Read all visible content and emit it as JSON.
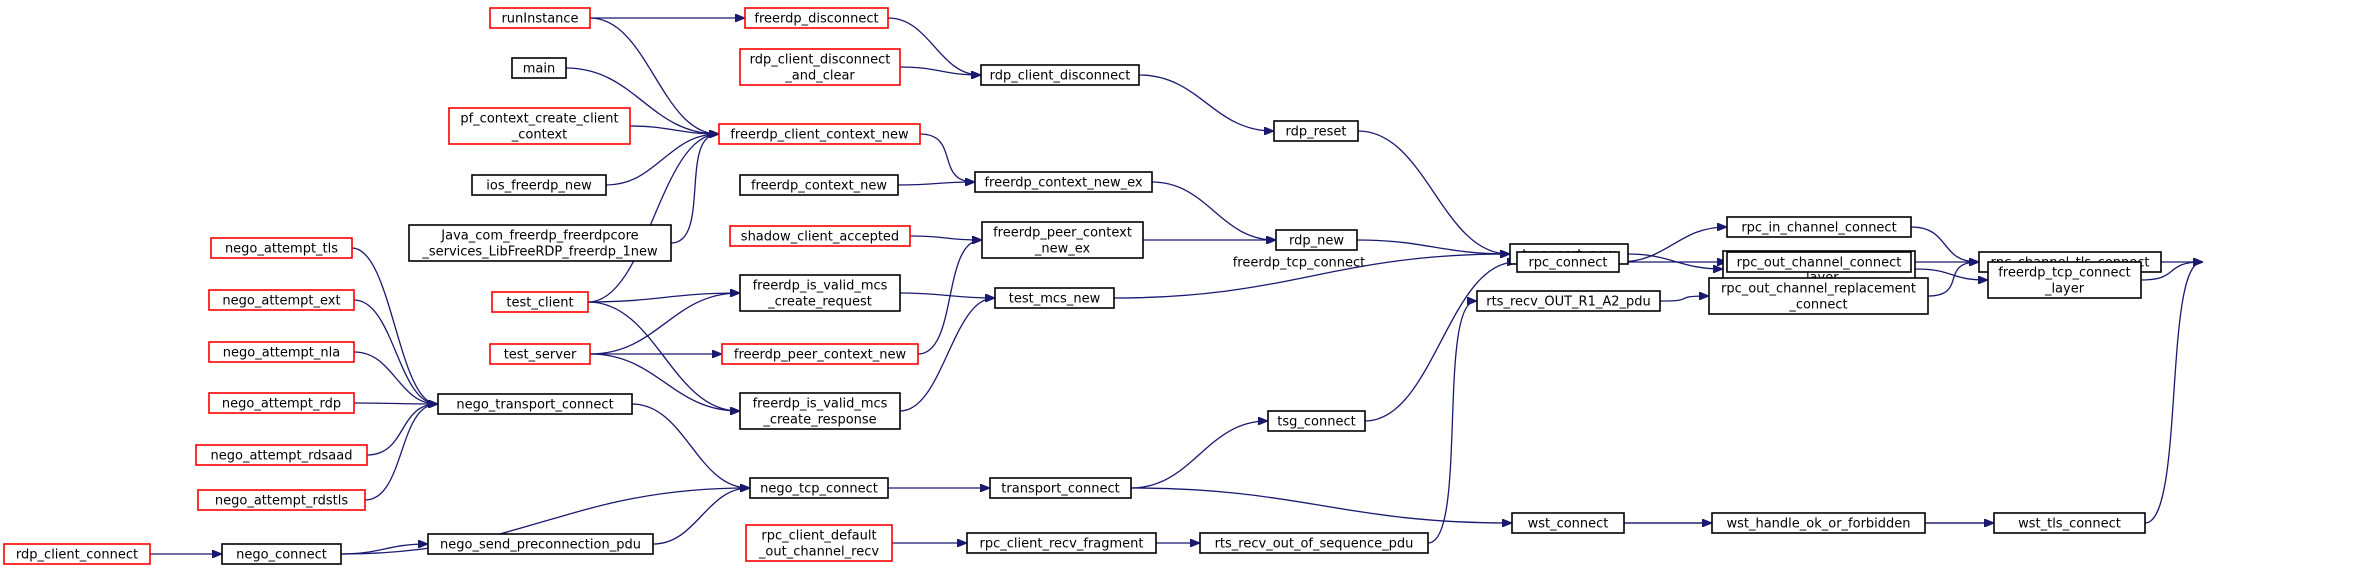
{
  "diagram": {
    "type": "call-graph",
    "edge_color": "#191970",
    "border_colors": {
      "documented": "#000000",
      "undocumented": "#ff0000",
      "focus_fill": "#bfbfbf"
    },
    "nodes": [
      {
        "id": "freerdp_tcp_connect",
        "lines": [
          "freerdp_tcp_connect"
        ],
        "style": "focus"
      },
      {
        "id": "rpc_channel_tls_connect",
        "lines": [
          "rpc_channel_tls_connect"
        ],
        "style": "documented"
      },
      {
        "id": "wst_tls_connect",
        "lines": [
          "wst_tls_connect"
        ],
        "style": "documented"
      },
      {
        "id": "freerdp_tcp_connect_layer",
        "lines": [
          "freerdp_tcp_connect",
          "_layer"
        ],
        "style": "documented"
      },
      {
        "id": "transport_default_connect_layer",
        "lines": [
          "transport_default_connect",
          "_layer"
        ],
        "style": "documented"
      },
      {
        "id": "rpc_in_channel_connect",
        "lines": [
          "rpc_in_channel_connect"
        ],
        "style": "documented"
      },
      {
        "id": "rpc_out_channel_connect",
        "lines": [
          "rpc_out_channel_connect"
        ],
        "style": "documented"
      },
      {
        "id": "rpc_out_channel_replacement_connect",
        "lines": [
          "rpc_out_channel_replacement",
          "_connect"
        ],
        "style": "documented"
      },
      {
        "id": "wst_handle_ok_or_forbidden",
        "lines": [
          "wst_handle_ok_or_forbidden"
        ],
        "style": "documented"
      },
      {
        "id": "transport_new",
        "lines": [
          "transport_new"
        ],
        "style": "documented"
      },
      {
        "id": "rpc_connect",
        "lines": [
          "rpc_connect"
        ],
        "style": "documented"
      },
      {
        "id": "rts_recv_OUT_R1_A2_pdu",
        "lines": [
          "rts_recv_OUT_R1_A2_pdu"
        ],
        "style": "documented"
      },
      {
        "id": "wst_connect",
        "lines": [
          "wst_connect"
        ],
        "style": "documented"
      },
      {
        "id": "rdp_reset",
        "lines": [
          "rdp_reset"
        ],
        "style": "documented"
      },
      {
        "id": "rdp_new",
        "lines": [
          "rdp_new"
        ],
        "style": "documented"
      },
      {
        "id": "test_mcs_new",
        "lines": [
          "test_mcs_new"
        ],
        "style": "documented"
      },
      {
        "id": "tsg_connect",
        "lines": [
          "tsg_connect"
        ],
        "style": "documented"
      },
      {
        "id": "rts_recv_out_of_sequence_pdu",
        "lines": [
          "rts_recv_out_of_sequence_pdu"
        ],
        "style": "documented"
      },
      {
        "id": "rdp_client_disconnect",
        "lines": [
          "rdp_client_disconnect"
        ],
        "style": "documented"
      },
      {
        "id": "freerdp_context_new_ex",
        "lines": [
          "freerdp_context_new_ex"
        ],
        "style": "documented"
      },
      {
        "id": "freerdp_peer_context_new_ex",
        "lines": [
          "freerdp_peer_context",
          "_new_ex"
        ],
        "style": "documented"
      },
      {
        "id": "freerdp_is_valid_mcs_create_request",
        "lines": [
          "freerdp_is_valid_mcs",
          "_create_request"
        ],
        "style": "documented"
      },
      {
        "id": "freerdp_is_valid_mcs_create_response",
        "lines": [
          "freerdp_is_valid_mcs",
          "_create_response"
        ],
        "style": "documented"
      },
      {
        "id": "transport_connect",
        "lines": [
          "transport_connect"
        ],
        "style": "documented"
      },
      {
        "id": "rpc_client_recv_fragment",
        "lines": [
          "rpc_client_recv_fragment"
        ],
        "style": "documented"
      },
      {
        "id": "freerdp_disconnect",
        "lines": [
          "freerdp_disconnect"
        ],
        "style": "undocumented"
      },
      {
        "id": "rdp_client_disconnect_and_clear",
        "lines": [
          "rdp_client_disconnect",
          "_and_clear"
        ],
        "style": "undocumented"
      },
      {
        "id": "freerdp_client_context_new",
        "lines": [
          "freerdp_client_context_new"
        ],
        "style": "undocumented"
      },
      {
        "id": "freerdp_context_new",
        "lines": [
          "freerdp_context_new"
        ],
        "style": "documented"
      },
      {
        "id": "shadow_client_accepted",
        "lines": [
          "shadow_client_accepted"
        ],
        "style": "undocumented"
      },
      {
        "id": "freerdp_peer_context_new",
        "lines": [
          "freerdp_peer_context_new"
        ],
        "style": "undocumented"
      },
      {
        "id": "nego_tcp_connect",
        "lines": [
          "nego_tcp_connect"
        ],
        "style": "documented"
      },
      {
        "id": "rpc_client_default_out_channel_recv",
        "lines": [
          "rpc_client_default",
          "_out_channel_recv"
        ],
        "style": "undocumented"
      },
      {
        "id": "runInstance",
        "lines": [
          "runInstance"
        ],
        "style": "undocumented"
      },
      {
        "id": "main",
        "lines": [
          "main"
        ],
        "style": "documented"
      },
      {
        "id": "pf_context_create_client_context",
        "lines": [
          "pf_context_create_client",
          "_context"
        ],
        "style": "undocumented"
      },
      {
        "id": "ios_freerdp_new",
        "lines": [
          "ios_freerdp_new"
        ],
        "style": "documented"
      },
      {
        "id": "java_freerdp_new",
        "lines": [
          "Java_com_freerdp_freerdpcore",
          "_services_LibFreeRDP_freerdp_1new"
        ],
        "style": "documented"
      },
      {
        "id": "test_client",
        "lines": [
          "test_client"
        ],
        "style": "undocumented"
      },
      {
        "id": "test_server",
        "lines": [
          "test_server"
        ],
        "style": "undocumented"
      },
      {
        "id": "nego_transport_connect",
        "lines": [
          "nego_transport_connect"
        ],
        "style": "documented"
      },
      {
        "id": "nego_send_preconnection_pdu",
        "lines": [
          "nego_send_preconnection_pdu"
        ],
        "style": "documented"
      },
      {
        "id": "nego_attempt_tls",
        "lines": [
          "nego_attempt_tls"
        ],
        "style": "undocumented"
      },
      {
        "id": "nego_attempt_ext",
        "lines": [
          "nego_attempt_ext"
        ],
        "style": "undocumented"
      },
      {
        "id": "nego_attempt_nla",
        "lines": [
          "nego_attempt_nla"
        ],
        "style": "undocumented"
      },
      {
        "id": "nego_attempt_rdp",
        "lines": [
          "nego_attempt_rdp"
        ],
        "style": "undocumented"
      },
      {
        "id": "nego_attempt_rdsaad",
        "lines": [
          "nego_attempt_rdsaad"
        ],
        "style": "undocumented"
      },
      {
        "id": "nego_attempt_rdstls",
        "lines": [
          "nego_attempt_rdstls"
        ],
        "style": "undocumented"
      },
      {
        "id": "nego_connect",
        "lines": [
          "nego_connect"
        ],
        "style": "documented"
      },
      {
        "id": "rdp_client_connect",
        "lines": [
          "rdp_client_connect"
        ],
        "style": "undocumented"
      }
    ],
    "edges": [
      {
        "from": "freerdp_tcp_connect",
        "to": "rpc_channel_tls_connect"
      },
      {
        "from": "freerdp_tcp_connect",
        "to": "wst_tls_connect"
      },
      {
        "from": "freerdp_tcp_connect",
        "to": "freerdp_tcp_connect_layer"
      },
      {
        "from": "freerdp_tcp_connect_layer",
        "to": "transport_default_connect_layer"
      },
      {
        "from": "transport_default_connect_layer",
        "to": "transport_new"
      },
      {
        "from": "rpc_channel_tls_connect",
        "to": "rpc_in_channel_connect"
      },
      {
        "from": "rpc_channel_tls_connect",
        "to": "rpc_out_channel_connect"
      },
      {
        "from": "rpc_channel_tls_connect",
        "to": "rpc_out_channel_replacement_connect"
      },
      {
        "from": "wst_tls_connect",
        "to": "wst_handle_ok_or_forbidden"
      },
      {
        "from": "wst_tls_connect",
        "to": "wst_connect"
      },
      {
        "from": "rpc_in_channel_connect",
        "to": "rpc_connect"
      },
      {
        "from": "rpc_out_channel_connect",
        "to": "rpc_connect"
      },
      {
        "from": "rpc_out_channel_replacement_connect",
        "to": "rts_recv_OUT_R1_A2_pdu"
      },
      {
        "from": "wst_handle_ok_or_forbidden",
        "to": "wst_connect"
      },
      {
        "from": "transport_new",
        "to": "rdp_reset"
      },
      {
        "from": "transport_new",
        "to": "rdp_new"
      },
      {
        "from": "transport_new",
        "to": "test_mcs_new"
      },
      {
        "from": "rpc_connect",
        "to": "tsg_connect"
      },
      {
        "from": "rts_recv_OUT_R1_A2_pdu",
        "to": "rts_recv_out_of_sequence_pdu"
      },
      {
        "from": "wst_connect",
        "to": "transport_connect"
      },
      {
        "from": "rdp_reset",
        "to": "rdp_client_disconnect"
      },
      {
        "from": "rdp_new",
        "to": "freerdp_context_new_ex"
      },
      {
        "from": "rdp_new",
        "to": "freerdp_peer_context_new_ex"
      },
      {
        "from": "test_mcs_new",
        "to": "freerdp_is_valid_mcs_create_request"
      },
      {
        "from": "test_mcs_new",
        "to": "freerdp_is_valid_mcs_create_response"
      },
      {
        "from": "tsg_connect",
        "to": "transport_connect"
      },
      {
        "from": "rts_recv_out_of_sequence_pdu",
        "to": "rpc_client_recv_fragment"
      },
      {
        "from": "rdp_client_disconnect",
        "to": "freerdp_disconnect"
      },
      {
        "from": "rdp_client_disconnect",
        "to": "rdp_client_disconnect_and_clear"
      },
      {
        "from": "freerdp_context_new_ex",
        "to": "freerdp_client_context_new"
      },
      {
        "from": "freerdp_context_new_ex",
        "to": "freerdp_context_new"
      },
      {
        "from": "freerdp_peer_context_new_ex",
        "to": "shadow_client_accepted"
      },
      {
        "from": "freerdp_peer_context_new_ex",
        "to": "freerdp_peer_context_new"
      },
      {
        "from": "freerdp_is_valid_mcs_create_request",
        "to": "test_client"
      },
      {
        "from": "freerdp_is_valid_mcs_create_request",
        "to": "test_server"
      },
      {
        "from": "freerdp_is_valid_mcs_create_response",
        "to": "test_client"
      },
      {
        "from": "freerdp_is_valid_mcs_create_response",
        "to": "test_server"
      },
      {
        "from": "transport_connect",
        "to": "nego_tcp_connect"
      },
      {
        "from": "rpc_client_recv_fragment",
        "to": "rpc_client_default_out_channel_recv"
      },
      {
        "from": "freerdp_disconnect",
        "to": "runInstance"
      },
      {
        "from": "freerdp_client_context_new",
        "to": "runInstance"
      },
      {
        "from": "freerdp_client_context_new",
        "to": "main"
      },
      {
        "from": "freerdp_client_context_new",
        "to": "pf_context_create_client_context"
      },
      {
        "from": "freerdp_client_context_new",
        "to": "ios_freerdp_new"
      },
      {
        "from": "freerdp_client_context_new",
        "to": "java_freerdp_new"
      },
      {
        "from": "freerdp_client_context_new",
        "to": "test_client"
      },
      {
        "from": "freerdp_peer_context_new",
        "to": "test_server"
      },
      {
        "from": "nego_tcp_connect",
        "to": "nego_transport_connect"
      },
      {
        "from": "nego_tcp_connect",
        "to": "nego_send_preconnection_pdu"
      },
      {
        "from": "nego_tcp_connect",
        "to": "nego_connect"
      },
      {
        "from": "nego_transport_connect",
        "to": "nego_attempt_tls"
      },
      {
        "from": "nego_transport_connect",
        "to": "nego_attempt_ext"
      },
      {
        "from": "nego_transport_connect",
        "to": "nego_attempt_nla"
      },
      {
        "from": "nego_transport_connect",
        "to": "nego_attempt_rdp"
      },
      {
        "from": "nego_transport_connect",
        "to": "nego_attempt_rdsaad"
      },
      {
        "from": "nego_transport_connect",
        "to": "nego_attempt_rdstls"
      },
      {
        "from": "nego_send_preconnection_pdu",
        "to": "nego_connect"
      },
      {
        "from": "nego_connect",
        "to": "rdp_client_connect"
      }
    ]
  }
}
